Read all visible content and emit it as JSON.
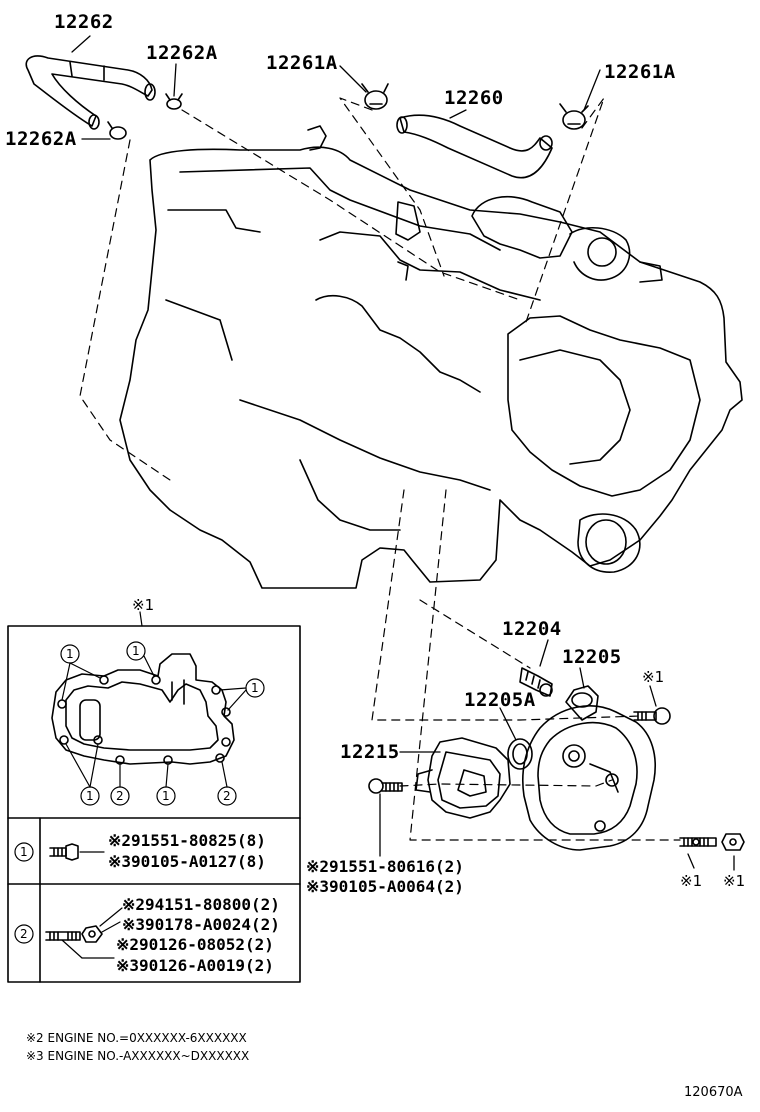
{
  "parts": {
    "p12262": "12262",
    "p12262A_top": "12262A",
    "p12262A_left": "12262A",
    "p12261A_left": "12261A",
    "p12261A_right": "12261A",
    "p12260": "12260",
    "p12204": "12204",
    "p12205": "12205",
    "p12205A": "12205A",
    "p12215": "12215",
    "bolt_callout_1": "※291551-80616(2)",
    "bolt_callout_2": "※390105-A0064(2)",
    "ref_mark_cover_bolt": "※1",
    "ref_mark_stud": "※1",
    "ref_mark_nut": "※1"
  },
  "inset": {
    "ref_mark": "※1",
    "circle_1": "1",
    "circle_2": "2"
  },
  "legend": {
    "row1_marker": "1",
    "row1_line1": "※291551-80825(8)",
    "row1_line2": "※390105-A0127(8)",
    "row2_marker": "2",
    "row2_line1": "※294151-80800(2)",
    "row2_line2": "※390178-A0024(2)",
    "row2_line3": "※290126-08052(2)",
    "row2_line4": "※390126-A0019(2)"
  },
  "notes": {
    "note1": "※2 ENGINE NO.=0XXXXXX-6XXXXXX",
    "note2": "※3 ENGINE NO.-AXXXXXX~DXXXXXX"
  },
  "figure_id": "120670A"
}
